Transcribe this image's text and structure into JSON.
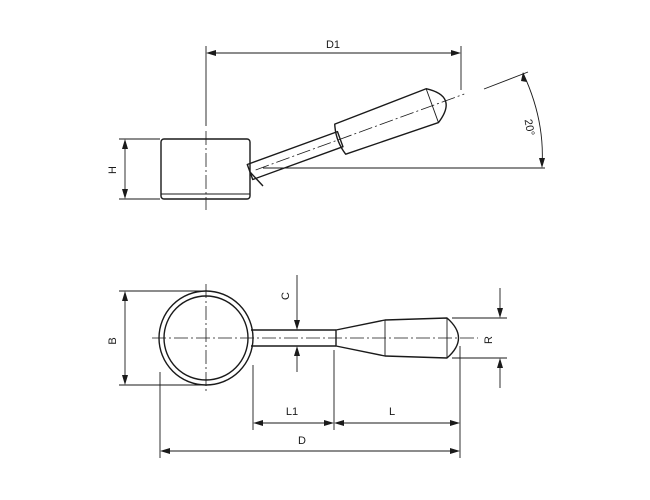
{
  "labels": {
    "d1": "D1",
    "angle": "20°",
    "h": "H",
    "c": "C",
    "b": "B",
    "r": "R",
    "l1": "L1",
    "l": "L",
    "d": "D"
  }
}
